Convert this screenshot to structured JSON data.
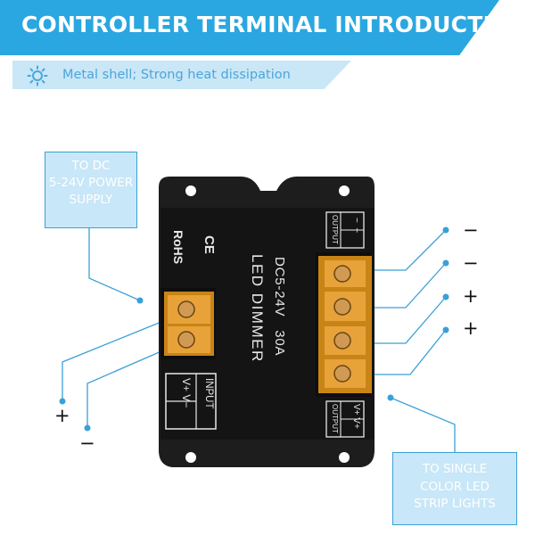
{
  "header": {
    "title": "CONTROLLER TERMINAL INTRODUCTION"
  },
  "subheader": {
    "text": "Metal shell; Strong heat dissipation",
    "icon": "sun-icon"
  },
  "callouts": {
    "power": [
      "TO DC",
      "5-24V POWER",
      "SUPPLY"
    ],
    "lights": [
      "TO SINGLE",
      "COLOR LED",
      "STRIP LIGHTS"
    ]
  },
  "device": {
    "name": "LED DIMMER",
    "spec": "DC5-24V   30A",
    "rohs": "RoHS",
    "ce": "CE",
    "input_label": "INPUT",
    "input_pins": "V+ V−",
    "output_label": "OUTPUT",
    "output_pins_top": "−  −",
    "output_pins_bottom": "V+ V+"
  },
  "terminals": {
    "output_symbols": [
      "−",
      "−",
      "+",
      "+"
    ],
    "input_symbols": [
      "+",
      "−"
    ]
  },
  "colors": {
    "accent": "#2aa7e0",
    "light": "#c9e7f7",
    "shell": "#1a1a1a",
    "terminal": "#e09a22"
  }
}
